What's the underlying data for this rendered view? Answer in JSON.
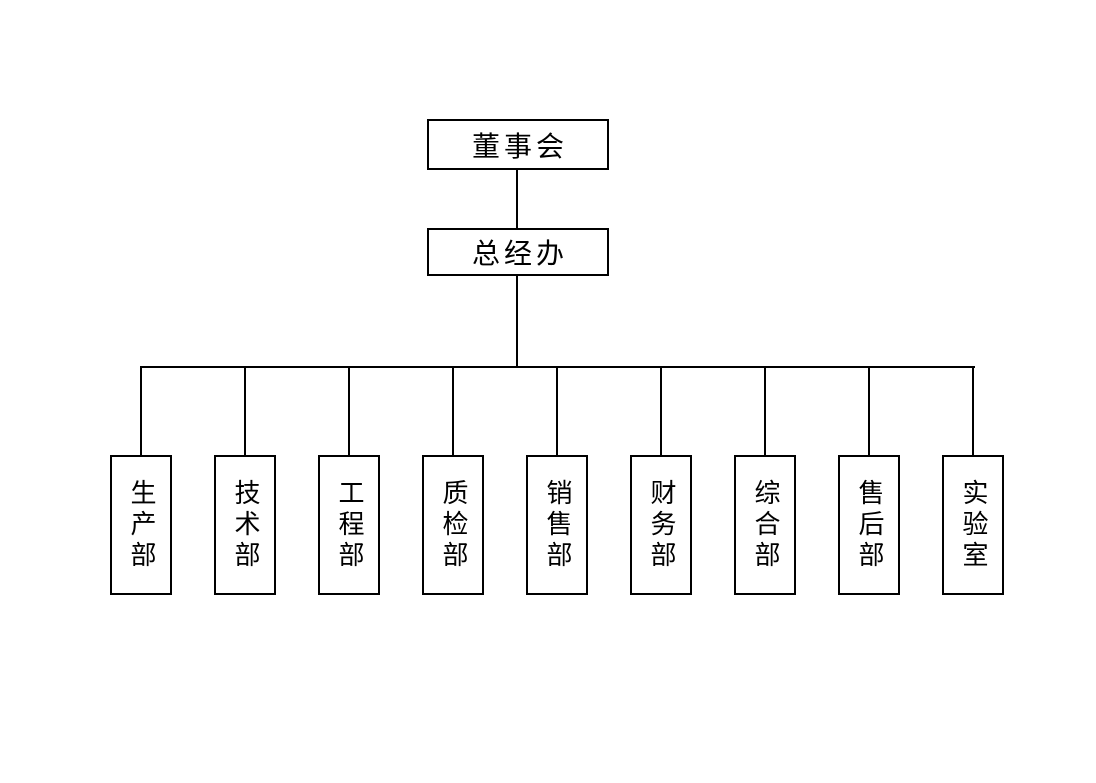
{
  "org_chart": {
    "root": {
      "label": "董事会"
    },
    "level2": {
      "label": "总经办"
    },
    "departments": [
      {
        "label": "生产部"
      },
      {
        "label": "技术部"
      },
      {
        "label": "工程部"
      },
      {
        "label": "质检部"
      },
      {
        "label": "销售部"
      },
      {
        "label": "财务部"
      },
      {
        "label": "综合部"
      },
      {
        "label": "售后部"
      },
      {
        "label": "实验室"
      }
    ],
    "colors": {
      "background": "#ffffff",
      "box_fill": "#ffffff",
      "box_border": "#000000",
      "connector_line": "#000000",
      "text": "#000000"
    }
  }
}
